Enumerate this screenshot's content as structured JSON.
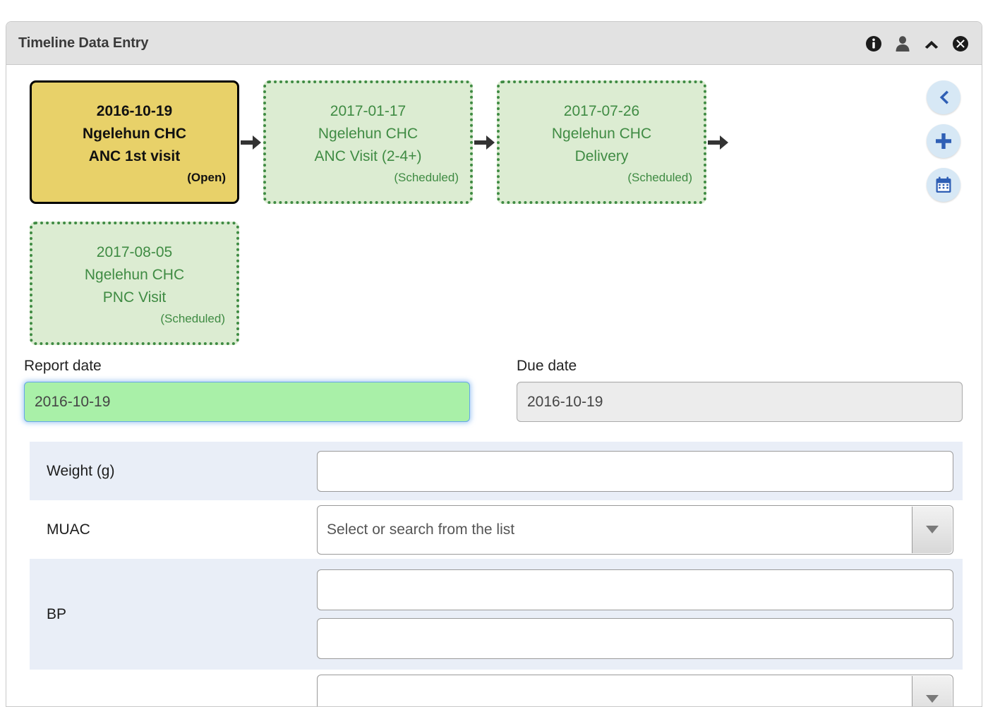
{
  "header": {
    "title": "Timeline Data Entry",
    "icons": [
      {
        "name": "info-icon",
        "label": "Information"
      },
      {
        "name": "person-icon",
        "label": "Profile"
      },
      {
        "name": "chevron-up-icon",
        "label": "Collapse"
      },
      {
        "name": "close-icon",
        "label": "Close"
      }
    ]
  },
  "timeline": {
    "arrow_glyph": "➔",
    "cards": [
      {
        "date": "2016-10-19",
        "org_unit": "Ngelehun CHC",
        "program_stage": "ANC 1st visit",
        "status": "(Open)",
        "state": "active"
      },
      {
        "date": "2017-01-17",
        "org_unit": "Ngelehun CHC",
        "program_stage": "ANC Visit (2-4+)",
        "status": "(Scheduled)",
        "state": "scheduled"
      },
      {
        "date": "2017-07-26",
        "org_unit": "Ngelehun CHC",
        "program_stage": "Delivery",
        "status": "(Scheduled)",
        "state": "scheduled"
      },
      {
        "date": "2017-08-05",
        "org_unit": "Ngelehun CHC",
        "program_stage": "PNC Visit",
        "status": "(Scheduled)",
        "state": "scheduled"
      }
    ],
    "actions": [
      {
        "name": "back-button",
        "icon": "chevron-left-icon"
      },
      {
        "name": "add-button",
        "icon": "plus-icon"
      },
      {
        "name": "schedule-button",
        "icon": "calendar-icon"
      }
    ]
  },
  "dates": {
    "report": {
      "label": "Report date",
      "value": "2016-10-19"
    },
    "due": {
      "label": "Due date",
      "value": "2016-10-19"
    }
  },
  "form": {
    "rows": [
      {
        "label": "Weight (g)",
        "type": "text",
        "value": ""
      },
      {
        "label": "MUAC",
        "type": "select",
        "placeholder": "Select or search from the list",
        "value": ""
      },
      {
        "label": "BP",
        "type": "text2",
        "value": "",
        "value2": ""
      },
      {
        "label": "",
        "type": "select",
        "placeholder": "",
        "value": ""
      }
    ]
  },
  "colors": {
    "active_card_bg": "#e8d169",
    "scheduled_card_bg": "#dcecd2",
    "scheduled_card_border": "#3f8b43",
    "report_date_bg": "#a9f0a8",
    "focus_border": "#66a7e8",
    "row_shaded_bg": "#e9eef7",
    "header_bg": "#e2e2e2",
    "action_btn_bg": "#d7e8f5",
    "action_btn_icon": "#2f5fb5"
  }
}
